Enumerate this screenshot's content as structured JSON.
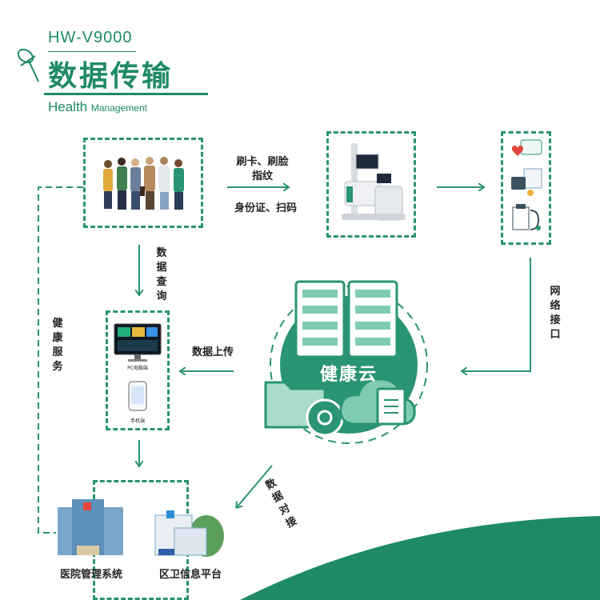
{
  "header": {
    "model": "HW-V9000",
    "title": "数据传输",
    "subtitle_big": "Health",
    "subtitle_small": "Management"
  },
  "labels": {
    "swipe": "刷卡、刷脸",
    "fingerprint": "指纹",
    "id_scan": "身份证、扫码",
    "data_query": "数据查询",
    "network_interface": "网络接口",
    "health_service": "健康服务",
    "data_upload": "数据上传",
    "data_docking": "数据对接",
    "cloud": "健康云",
    "pc_client": "PC电脑端",
    "mobile_client": "手机端",
    "hospital": "医院管理系统",
    "community": "区卫信息平台"
  },
  "colors": {
    "brand": "#1f8a68",
    "accent": "#2a9474",
    "light": "#7fcbb1"
  }
}
